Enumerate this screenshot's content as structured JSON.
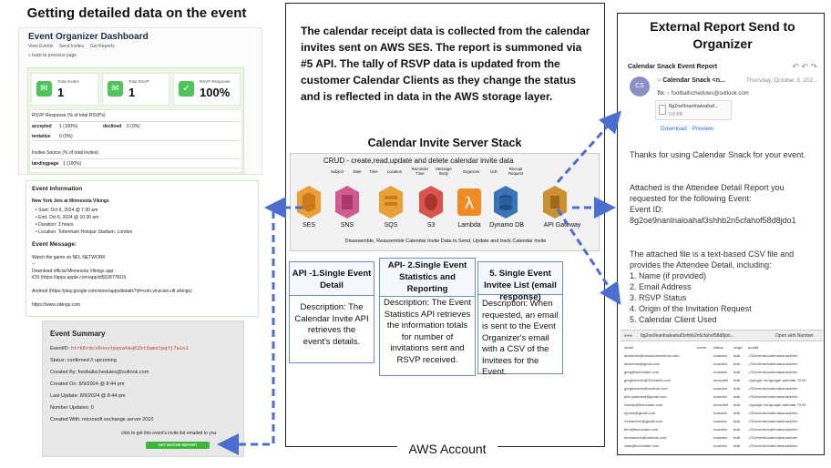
{
  "left": {
    "title": "Getting detailed data on the event",
    "dashboard": {
      "title": "Event Organizer Dashboard",
      "nav": [
        "View Events",
        "Send Invites",
        "Get Reports"
      ],
      "back_link": "« back to previous page",
      "stats": [
        {
          "label": "Total Invites",
          "value": "1"
        },
        {
          "label": "Total RSVP",
          "value": "1"
        },
        {
          "label": "RSVP Response",
          "value": "100%"
        }
      ],
      "rsvp_heading": "RSVP Response (% of total RSVPs)",
      "rsvp_rows": [
        {
          "label": "accepted",
          "value": "1 (100%)"
        },
        {
          "label": "declined",
          "value": "0 (0%)"
        },
        {
          "label": "tentative",
          "value": "0 (0%)"
        }
      ],
      "source_heading": "Invitee Source (% of total invites)",
      "source_rows": [
        {
          "label": "landingpage",
          "value": "1 (100%)"
        }
      ]
    },
    "event_info": {
      "heading": "Event Information",
      "name": "New York Jets at Minnesota Vikings",
      "bullets": [
        "Start: Oct 6, 2024 @ 7:30 am",
        "End: Oct 6, 2024 @ 10:30 am",
        "Duration: 3 hours",
        "Location: Tottenham Hotspur Stadium, London"
      ],
      "message_heading": "Event Message:",
      "message_lines": [
        "Watch the game on NFL NETWORK",
        "--",
        "Download official Minnesota Vikings app:",
        "iOS (https://apps.apple.com/app/id502877810)",
        "Android (https://play.google.com/store/apps/details?id=com.yinzcam.nfl.vikings)",
        "https://www.vikings.com"
      ]
    },
    "summary": {
      "heading": "Event Summary",
      "event_id_label": "EventID:",
      "event_id": "htrk6rdcs6nnvtpqvahkq62kt3emnlpqfj7aio1",
      "lines": [
        "Status: confirmed // upcoming",
        "Created By: footballschedules@outlook.com",
        "Created On: 8/9/2024 @ 8:44 pm",
        "Last Update: 8/9/2024 @ 8:44 pm",
        "Number Updates: 0",
        "Created With: microsoft exchange server 2010"
      ],
      "invite_prompt": "click to get this event's invite list emailed to you",
      "invite_button": "GET INVITEE REPORT"
    }
  },
  "center": {
    "description": "The calendar receipt data is collected from the calendar invites sent on AWS SES. The report is summoned via #5 API. The tally of RSVP data is updated from the customer Calendar Clients as they change the status and is reflected in data in the AWS storage layer.",
    "stack_title": "Calendar Invite Server Stack",
    "stack": {
      "crud": "CRUD - create,read,update and delete calendar invite data",
      "columns": [
        "Subject",
        "Date",
        "Time",
        "Location",
        "Reminder Time",
        "Message Body",
        "Organizer",
        "UID",
        "Receipt Request"
      ],
      "services": [
        "SES",
        "SNS",
        "SQS",
        "S3",
        "Lambda",
        "Dynamo DB",
        "API Gateway"
      ],
      "caption": "Disassemble, Reassemble Calendar Invite Data to Send, Update and track Calendar Invite"
    },
    "apis": [
      {
        "title": "API -1.Single Event Detail",
        "description": "Description: The Calendar Invite API retrieves the event's details."
      },
      {
        "title": "API- 2.Single Event Statistics and Reporting",
        "description": "Description: The Event Statistics API retrieves the information totals for number of invitations sent and RSVP received."
      },
      {
        "title": "5. Single Event Invitee List (email response)",
        "description": "Description: When requested, an email is sent to the Event Organizer's email with a CSV of the Invitees for the Event."
      }
    ],
    "aws_label": "AWS Account"
  },
  "right": {
    "title": "External Report Send to Organizer",
    "email": {
      "subject": "Calendar Snack Event Report",
      "avatar": "CS",
      "from": "Calendar Snack <n...",
      "date": "Thursday, October 3, 202...",
      "to_label": "To:",
      "to": "footballschedules@outlook.com",
      "attachment_name": "8g2oe9nanlnaloahaf...",
      "attachment_size": "0.8 KB",
      "download": "Download",
      "preview": "Preview",
      "paragraphs": [
        "Thanks for using Calendar Snack for your event.",
        "Attached is the Attendee Detail Report you requested for the following Event:",
        "Event ID: 8g2oe9nanlnaloahaf3shhb2n5cfahof58d8jdo1",
        "The attached file is a text-based CSV file and provides the Attendee Detail, including:",
        "1. Name (if provided)",
        "2. Email Address",
        "3. RSVP Status",
        "4. Origin of the Invitation Request",
        "5. Calendar Client Used"
      ]
    },
    "csv": {
      "filename": "8g2oe9nanlnaloahaf3shhb2n5cfahof58d8jdo...",
      "open_with": "Open with Number",
      "headers": [
        "email",
        "name",
        "status",
        "origin",
        "prodid"
      ],
      "rows": [
        [
          "amckinns@cloudconnections.com",
          "",
          "noaction",
          "bulk",
          "-//31events//calendarsnack//en"
        ],
        [
          "amckinns@gmail.com",
          "",
          "noaction",
          "bulk",
          "-//31events//calendarsnack//en"
        ],
        [
          "greg@techvader.com",
          "",
          "noaction",
          "bulk",
          "-//31events//calendarsnack//en"
        ],
        [
          "greghanchin@31events.com",
          "",
          "accepted",
          "bulk",
          "-//google inc//google calendar 70.90"
        ],
        [
          "greghanchin@outlook.com",
          "",
          "noaction",
          "bulk",
          "-//31events//calendarsnack//en"
        ],
        [
          "jenn.jeannerd@gmail.com",
          "",
          "noaction",
          "bulk",
          "-//31events//calendarsnack//en"
        ],
        [
          "mandy@techvader.com",
          "",
          "accepted",
          "bulk",
          "-//google inc//google calendar 70.90"
        ],
        [
          "njones@gmail.com",
          "",
          "noaction",
          "bulk",
          "-//31events//calendarsnack//en"
        ],
        [
          "ronhanchin@gmail.com",
          "",
          "noaction",
          "bulk",
          "-//31events//calendarsnack//en"
        ],
        [
          "terri@techvader.com",
          "",
          "noaction",
          "bulk",
          "-//31events//calendarsnack//en"
        ],
        [
          "tomhanchin@outlook.com",
          "",
          "noaction",
          "bulk",
          "-//31events//calendarsnack//en"
        ],
        [
          "zack@techvader.com",
          "",
          "noaction",
          "bulk",
          "-//31events//calendarsnack//en"
        ]
      ]
    }
  },
  "colors": {
    "arrow": "#4a6fd1",
    "green": "#4fc45b",
    "api_border": "#6a8bd0"
  }
}
